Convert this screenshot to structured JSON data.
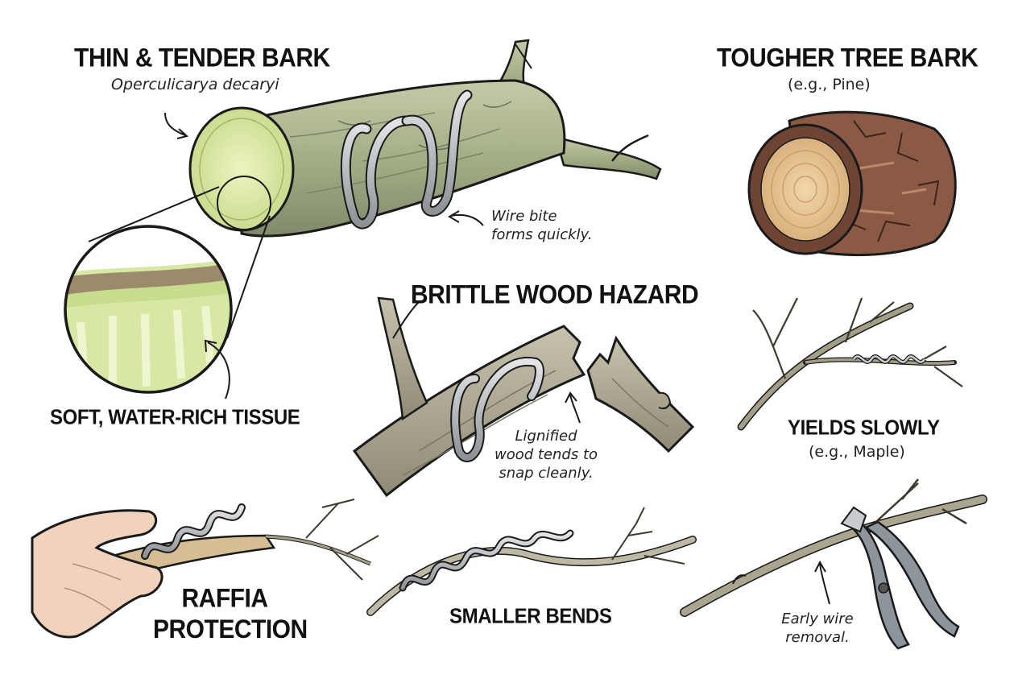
{
  "panels": {
    "thin_bark": {
      "title": "THIN & TENDER BARK",
      "species": "Operculicarya decaryi",
      "note_line1": "Wire bite",
      "note_line2": "forms quickly.",
      "magnifier_label": "SOFT, WATER-RICH TISSUE"
    },
    "tough_bark": {
      "title": "TOUGHER TREE BARK",
      "example": "(e.g., Pine)"
    },
    "brittle": {
      "title": "BRITTLE WOOD HAZARD",
      "note_line1": "Lignified",
      "note_line2": "wood tends to",
      "note_line3": "snap cleanly."
    },
    "yields": {
      "title": "YIELDS SLOWLY",
      "example": "(e.g., Maple)"
    },
    "raffia": {
      "title_line1": "RAFFIA",
      "title_line2": "PROTECTION"
    },
    "smaller": {
      "title": "SMALLER BENDS"
    },
    "early": {
      "note_line1": "Early wire",
      "note_line2": "removal."
    }
  },
  "colors": {
    "bark_green": "#a9b48c",
    "bark_gray": "#9c9a86",
    "cut_face": "#dfeaa8",
    "pine_face": "#e8c99a",
    "pine_bark": "#8a5a44",
    "wire": "#b9bcbf",
    "ink": "#1a1a1a",
    "skin": "#f1d3bd"
  },
  "icons": [
    "magnifier-lens",
    "wire-coil",
    "pruning-pliers",
    "hand"
  ]
}
